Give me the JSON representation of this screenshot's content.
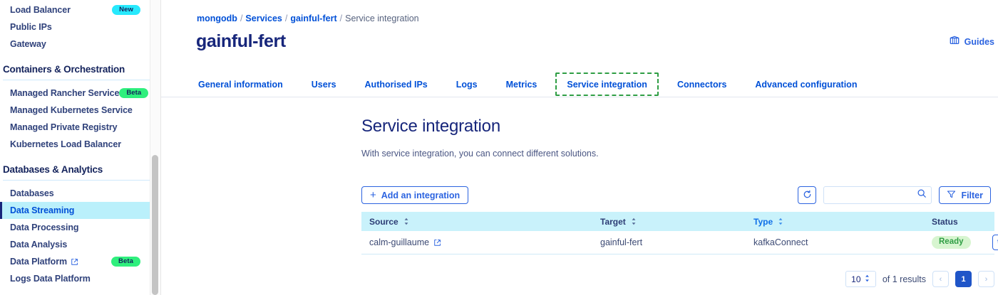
{
  "sidebar": {
    "top_items": [
      {
        "label": "Load Balancer",
        "badge": "New",
        "badge_type": "new"
      },
      {
        "label": "Public IPs",
        "badge": "",
        "badge_type": ""
      },
      {
        "label": "Gateway",
        "badge": "",
        "badge_type": ""
      }
    ],
    "sections": [
      {
        "title": "Containers & Orchestration",
        "items": [
          {
            "label": "Managed Rancher Service",
            "badge": "Beta",
            "badge_type": "beta",
            "external": false
          },
          {
            "label": "Managed Kubernetes Service",
            "badge": "",
            "badge_type": "",
            "external": false
          },
          {
            "label": "Managed Private Registry",
            "badge": "",
            "badge_type": "",
            "external": false
          },
          {
            "label": "Kubernetes Load Balancer",
            "badge": "",
            "badge_type": "",
            "external": false
          }
        ]
      },
      {
        "title": "Databases & Analytics",
        "items": [
          {
            "label": "Databases",
            "badge": "",
            "badge_type": "",
            "external": false
          },
          {
            "label": "Data Streaming",
            "badge": "",
            "badge_type": "",
            "external": false,
            "active": true
          },
          {
            "label": "Data Processing",
            "badge": "",
            "badge_type": "",
            "external": false
          },
          {
            "label": "Data Analysis",
            "badge": "",
            "badge_type": "",
            "external": false
          },
          {
            "label": "Data Platform",
            "badge": "Beta",
            "badge_type": "beta",
            "external": true
          },
          {
            "label": "Logs Data Platform",
            "badge": "",
            "badge_type": "",
            "external": false
          }
        ]
      }
    ]
  },
  "header": {
    "breadcrumb": [
      {
        "label": "mongodb",
        "current": false
      },
      {
        "label": "Services",
        "current": false
      },
      {
        "label": "gainful-fert",
        "current": false
      },
      {
        "label": "Service integration",
        "current": true
      }
    ],
    "separator": "/",
    "title": "gainful-fert",
    "guides_label": "Guides",
    "guides_icon": "book-icon"
  },
  "tabs": [
    {
      "label": "General information",
      "focused": false
    },
    {
      "label": "Users",
      "focused": false
    },
    {
      "label": "Authorised IPs",
      "focused": false
    },
    {
      "label": "Logs",
      "focused": false
    },
    {
      "label": "Metrics",
      "focused": false
    },
    {
      "label": "Service integration",
      "focused": true
    },
    {
      "label": "Connectors",
      "focused": false
    },
    {
      "label": "Advanced configuration",
      "focused": false
    }
  ],
  "section": {
    "title": "Service integration",
    "description": "With service integration, you can connect different solutions."
  },
  "toolbar": {
    "add_label": "Add an integration",
    "add_icon": "plus-icon",
    "refresh_icon": "refresh-icon",
    "search_value": "",
    "search_placeholder": "",
    "search_icon": "search-icon",
    "filter_label": "Filter",
    "filter_icon": "funnel-icon"
  },
  "table": {
    "columns": [
      {
        "label": "Source",
        "sortable": true,
        "sorted": false
      },
      {
        "label": "Target",
        "sortable": true,
        "sorted": false
      },
      {
        "label": "Type",
        "sortable": true,
        "sorted": true
      },
      {
        "label": "Status",
        "sortable": false,
        "sorted": false
      }
    ],
    "rows": [
      {
        "source": "calm-guillaume",
        "source_external": true,
        "target": "gainful-fert",
        "type": "kafkaConnect",
        "status": "Ready",
        "delete_icon": "trash-icon"
      }
    ]
  },
  "pagination": {
    "page_size": "10",
    "results_label": "of 1 results",
    "prev_icon": "chevron-left-icon",
    "next_icon": "chevron-right-icon",
    "pages": [
      "1"
    ],
    "current_page": "1"
  },
  "colors": {
    "accent_blue": "#0050d7",
    "navy": "#17267b",
    "active_bg": "#baf0fb",
    "table_header_bg": "#c9f2fb",
    "badge_new": "#27e9fd",
    "badge_beta": "#2fef7d",
    "status_ready_bg": "#d7f5d0",
    "status_ready_fg": "#2f9e44",
    "focus_green": "#2f9e44"
  }
}
